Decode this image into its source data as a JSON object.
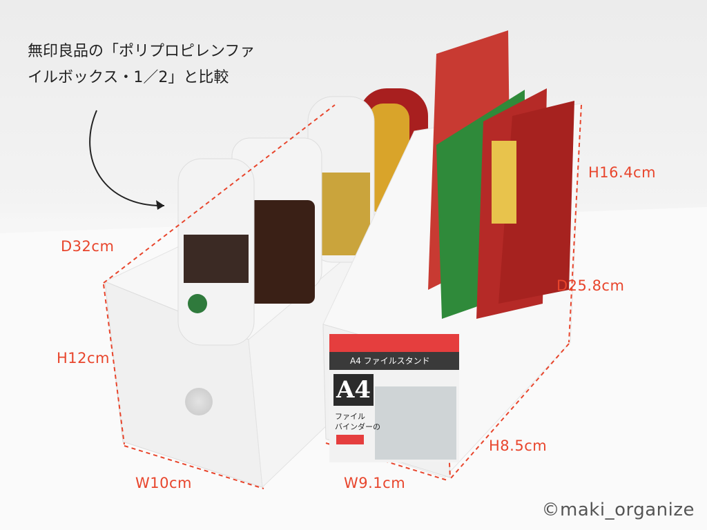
{
  "note": {
    "line1": "無印良品の「ポリプロピレンファ",
    "line2": "イルボックス・1／2」と比較"
  },
  "dimensions": {
    "left_depth": "D32cm",
    "left_height": "H12cm",
    "left_width": "W10cm",
    "right_height_tall": "H16.4cm",
    "right_depth": "D25.8cm",
    "right_height_front": "H8.5cm",
    "right_width": "W9.1cm"
  },
  "product_label": {
    "size": "A4",
    "title": "A4 ファイルスタンド",
    "copy_line1": "ファイル",
    "copy_line2": "バインダーの"
  },
  "watermark": "©maki_organize",
  "colors": {
    "annotation_red": "#e8452c",
    "background": "#f4f4f4",
    "box_plastic": "#f7f8f8"
  }
}
